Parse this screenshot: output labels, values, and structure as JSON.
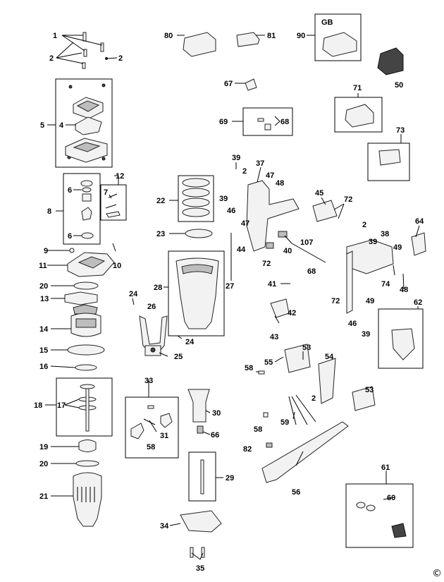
{
  "labels": {
    "l1": "1",
    "l2a": "2",
    "l2b": "2",
    "l2c": "2",
    "l2d": "2",
    "l2e": "2",
    "l4": "4",
    "l5": "5",
    "l6a": "6",
    "l6b": "6",
    "l7": "7",
    "l8": "8",
    "l9": "9",
    "l10": "10",
    "l11": "11",
    "l12": "12",
    "l13": "13",
    "l14": "14",
    "l15": "15",
    "l16": "16",
    "l17": "17",
    "l18": "18",
    "l19": "19",
    "l20a": "20",
    "l20b": "20",
    "l21": "21",
    "l22": "22",
    "l23": "23",
    "l24a": "24",
    "l24b": "24",
    "l25": "25",
    "l26": "26",
    "l27": "27",
    "l28": "28",
    "l29": "29",
    "l30": "30",
    "l31": "31",
    "l33": "33",
    "l34": "34",
    "l35": "35",
    "l37": "37",
    "l38": "38",
    "l39a": "39",
    "l39b": "39",
    "l39c": "39",
    "l39d": "39",
    "l40": "40",
    "l41": "41",
    "l42": "42",
    "l43": "43",
    "l44": "44",
    "l45": "45",
    "l46a": "46",
    "l46b": "46",
    "l47a": "47",
    "l47b": "47",
    "l48a": "48",
    "l48b": "48",
    "l49a": "49",
    "l49b": "49",
    "l50": "50",
    "l53a": "53",
    "l53b": "53",
    "l54": "54",
    "l55": "55",
    "l56": "56",
    "l58a": "58",
    "l58b": "58",
    "l58c": "58",
    "l59": "59",
    "l60": "60",
    "l61": "61",
    "l62": "62",
    "l64": "64",
    "l66": "66",
    "l67": "67",
    "l68a": "68",
    "l68b": "68",
    "l69": "69",
    "l71": "71",
    "l72a": "72",
    "l72b": "72",
    "l72c": "72",
    "l73": "73",
    "l74": "74",
    "l80": "80",
    "l81": "81",
    "l82": "82",
    "l90": "90",
    "l107": "107",
    "gb": "GB"
  },
  "copyright": "©"
}
